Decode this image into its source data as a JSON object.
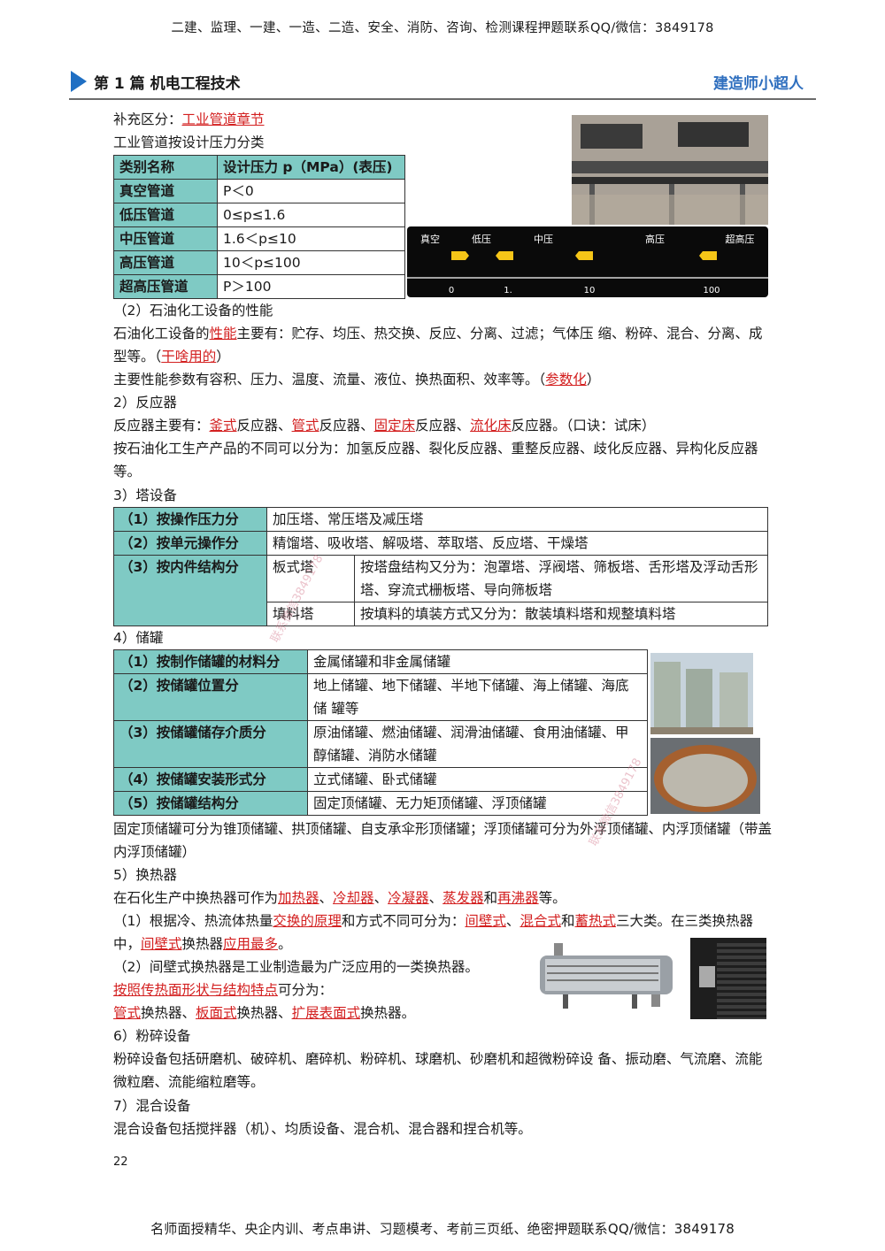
{
  "banner_top": "二建、监理、一建、一造、二造、安全、消防、咨询、检测课程押题联系QQ/微信：3849178",
  "header": {
    "title": "第 1 篇  机电工程技术",
    "brand": "建造师小超人"
  },
  "supplement": {
    "label": "补充区分：",
    "link": "工业管道章节"
  },
  "pipe_classification_title": "工业管道按设计压力分类",
  "pipe_table": {
    "headers": [
      "类别名称",
      "设计压力 p（MPa）(表压)"
    ],
    "rows": [
      [
        "真空管道",
        "P＜0"
      ],
      [
        "低压管道",
        "0≤p≤1.6"
      ],
      [
        "中压管道",
        "1.6＜p≤10"
      ],
      [
        "高压管道",
        "10＜p≤100"
      ],
      [
        "超高压管道",
        "P＞100"
      ]
    ]
  },
  "pressure_scale": {
    "labels": [
      "真空",
      "低压",
      "中压",
      "高压",
      "超高压"
    ],
    "ticks": [
      "0",
      "1.",
      "10",
      "100"
    ]
  },
  "sec2": {
    "heading": "（2）石油化工设备的性能",
    "p1_a": "石油化工设备的",
    "p1_red": "性能",
    "p1_b": "主要有：贮存、均压、热交换、反应、分离、过滤；气体压 缩、粉碎、混合、分离、成型等。（",
    "p1_red2": "干啥用的",
    "p1_c": "）",
    "p2_a": "主要性能参数有容积、压力、温度、流量、液位、换热面积、效率等。（",
    "p2_red": "参数化",
    "p2_b": "）"
  },
  "reactor": {
    "heading": "2）反应器",
    "p1_a": "反应器主要有：",
    "r1": "釜式",
    "t1": "反应器、",
    "r2": "管式",
    "t2": "反应器、",
    "r3": "固定床",
    "t3": "反应器、",
    "r4": "流化床",
    "t4": "反应器。（口诀：试床）",
    "p2": "按石油化工生产产品的不同可以分为：加氢反应器、裂化反应器、重整反应器、歧化反应器、异构化反应器等。"
  },
  "tower": {
    "heading": "3）塔设备",
    "r1": [
      "（1）按操作压力分",
      "加压塔、常压塔及减压塔"
    ],
    "r2": [
      "（2）按单元操作分",
      "精馏塔、吸收塔、解吸塔、萃取塔、反应塔、干燥塔"
    ],
    "r3_head": "（3）按内件结构分",
    "r3a": [
      "板式塔",
      "按塔盘结构又分为：泡罩塔、浮阀塔、筛板塔、舌形塔及浮动舌形塔、穿流式栅板塔、导向筛板塔"
    ],
    "r3b": [
      "填料塔",
      "按填料的填装方式又分为：散装填料塔和规整填料塔"
    ]
  },
  "tank": {
    "heading": "4）储罐",
    "rows": [
      [
        "（1）按制作储罐的材料分",
        "金属储罐和非金属储罐"
      ],
      [
        "（2）按储罐位置分",
        "地上储罐、地下储罐、半地下储罐、海上储罐、海底储 罐等"
      ],
      [
        "（3）按储罐储存介质分",
        "原油储罐、燃油储罐、润滑油储罐、食用油储罐、甲 醇储罐、消防水储罐"
      ],
      [
        "（4）按储罐安装形式分",
        "立式储罐、卧式储罐"
      ],
      [
        "（5）按储罐结构分",
        "固定顶储罐、无力矩顶储罐、浮顶储罐"
      ]
    ],
    "note": "固定顶储罐可分为锥顶储罐、拱顶储罐、自支承伞形顶储罐；浮顶储罐可分为外浮顶储罐、内浮顶储罐（带盖内浮顶储罐）"
  },
  "exchanger": {
    "heading": "5）换热器",
    "p1_a": "在石化生产中换热器可作为",
    "e1": "加热器",
    "s1": "、",
    "e2": "冷却器",
    "s2": "、",
    "e3": "冷凝器",
    "s3": "、",
    "e4": "蒸发器",
    "s4": "和",
    "e5": "再沸器",
    "s5": "等。",
    "p2_a": "（1）根据冷、热流体热量",
    "p2_r1": "交换的原理",
    "p2_b": "和方式不同可分为：",
    "p2_r2": "间壁式",
    "p2_c": "、",
    "p2_r3": "混合式",
    "p2_d": "和",
    "p2_r4": "蓄热式",
    "p2_e": "三大类。在三类换热器中，",
    "p2_r5": "间壁式",
    "p2_f": "换热器",
    "p2_r6": "应用最多",
    "p2_g": "。",
    "p3": "（2）间壁式换热器是工业制造最为广泛应用的一类换热器。",
    "p4_red": "按照传热面形状与结构特点",
    "p4_b": "可分为：",
    "p5_r1": "管式",
    "p5_a": "换热器、",
    "p5_r2": "板面式",
    "p5_b": "换热器、",
    "p5_r3": "扩展表面式",
    "p5_c": "换热器。"
  },
  "crusher": {
    "heading": "6）粉碎设备",
    "p": "粉碎设备包括研磨机、破碎机、磨碎机、粉碎机、球磨机、砂磨机和超微粉碎设 备、振动磨、气流磨、流能微粒磨、流能缩粒磨等。"
  },
  "mixer": {
    "heading": "7）混合设备",
    "p": "混合设备包括搅拌器（机）、均质设备、混合机、混合器和捏合机等。"
  },
  "watermark": "联系微信3849178",
  "page_number": "22",
  "banner_bottom": "名师面授精华、央企内训、考点串讲、习题模考、考前三页纸、绝密押题联系QQ/微信：3849178",
  "colors": {
    "accent_blue": "#1f6fc3",
    "teal": "#7fcac4",
    "red": "#d32020"
  }
}
